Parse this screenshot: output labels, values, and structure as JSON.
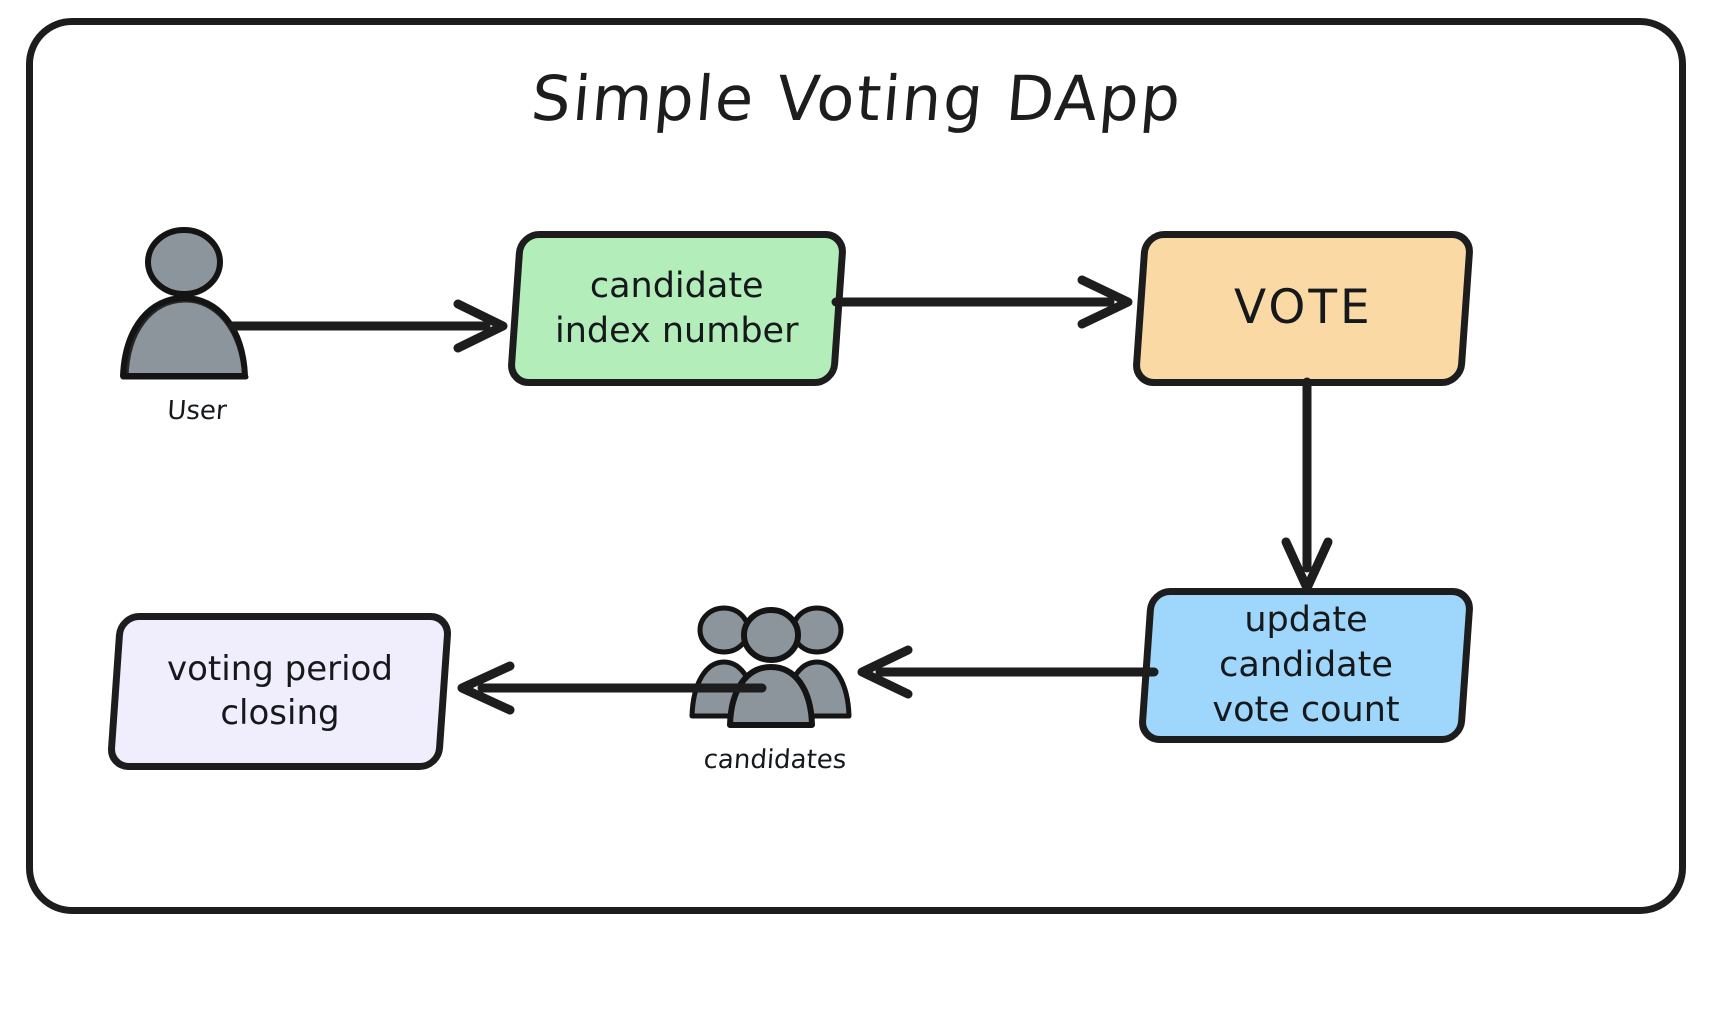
{
  "diagram": {
    "title": "Simple Voting DApp",
    "frame_color": "#1d1d1d",
    "background": "#ffffff",
    "nodes": [
      {
        "id": "candidate-index",
        "label_line1": "candidate",
        "label_line2": "index number",
        "fill": "#b3edba",
        "shape": "rounded-rect"
      },
      {
        "id": "vote",
        "label": "VOTE",
        "fill": "#fbd9a5",
        "shape": "rounded-rect"
      },
      {
        "id": "update-count",
        "label_line1": "update candidate",
        "label_line2": "vote count",
        "fill": "#9fd6fb",
        "shape": "rounded-rect"
      },
      {
        "id": "voting-closing",
        "label_line1": "voting period",
        "label_line2": "closing",
        "fill": "#f0edfc",
        "shape": "rounded-rect"
      }
    ],
    "actors": [
      {
        "id": "user",
        "label": "User",
        "icon": "single-person-icon",
        "fill": "#8c949c"
      },
      {
        "id": "candidates",
        "label": "candidates",
        "icon": "people-group-icon",
        "fill": "#8c949c"
      }
    ],
    "arrows": [
      {
        "id": "user-to-candidate-index",
        "from": "user",
        "to": "candidate-index",
        "direction": "right"
      },
      {
        "id": "candidate-index-to-vote",
        "from": "candidate-index",
        "to": "vote",
        "direction": "right"
      },
      {
        "id": "vote-to-update-count",
        "from": "vote",
        "to": "update-count",
        "direction": "down"
      },
      {
        "id": "update-count-to-candidates",
        "from": "update-count",
        "to": "candidates",
        "direction": "left"
      },
      {
        "id": "candidates-to-voting-closing",
        "from": "candidates",
        "to": "voting-closing",
        "direction": "left"
      }
    ]
  }
}
